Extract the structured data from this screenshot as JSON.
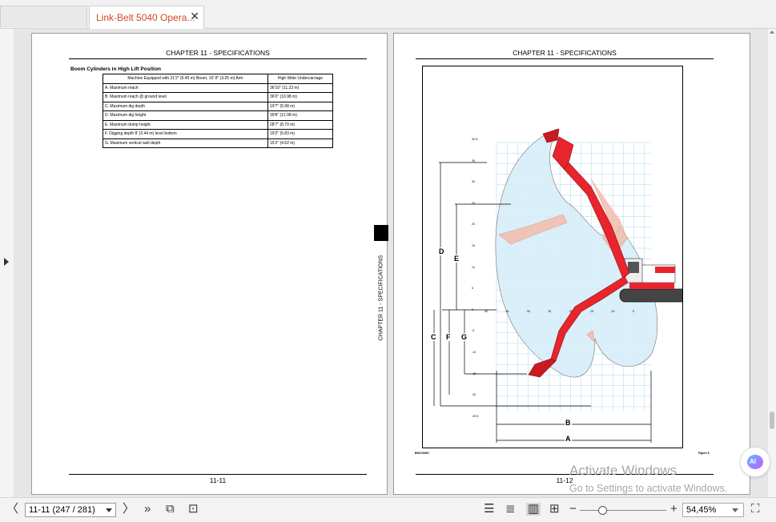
{
  "tabs": [
    {
      "label": ""
    },
    {
      "label": "Link-Belt 5040 Opera...",
      "close": "✕"
    }
  ],
  "left_page": {
    "chapter_heading": "CHAPTER 11 - SPECIFICATIONS",
    "section_title": "Boom Cylinders in High Lift Position",
    "table_headers": [
      "Machine Equipped with 21'2\" (6.45 m) Boom, 10' 8\" (3.25 m) Arm",
      "High Wide Undercarriage"
    ],
    "table_rows": [
      [
        "A. Maximum reach",
        "36'10\" (11.23 m)"
      ],
      [
        "B. Maximum reach @ ground level",
        "36'0\" (10.98 m)"
      ],
      [
        "C. Maximum dig depth",
        "19'7\" (5.98 m)"
      ],
      [
        "D. Maximum dig height",
        "39'8\" (12.08 m)"
      ],
      [
        "E. Maximum dump height",
        "28'7\" (8.70 m)"
      ],
      [
        "F. Digging depth 8' (2.44 m) level bottom",
        "19'2\" (5.83 m)"
      ],
      [
        "G. Maximum vertical wall depth",
        "15'2\" (4.62 m)"
      ]
    ],
    "side_tab_text": "CHAPTER 11 - SPECIFICATIONS",
    "page_number": "11-11"
  },
  "right_page": {
    "chapter_heading": "CHAPTER 11 - SPECIFICATIONS",
    "page_number": "11-12",
    "figure_code": "B90CX08O",
    "figure_label": "Figure 6",
    "diagram": {
      "y_ticks": [
        "40 ft.",
        "35",
        "30",
        "25",
        "20",
        "15",
        "10",
        "5",
        "0",
        "-5",
        "-10",
        "-15",
        "-20",
        "-25 ft."
      ],
      "x_ticks": [
        "40",
        "35",
        "30",
        "25",
        "20",
        "15",
        "10",
        "5"
      ],
      "dimension_letters": [
        "A",
        "B",
        "C",
        "D",
        "E",
        "F",
        "G"
      ]
    }
  },
  "statusbar": {
    "page_field": "11-11 (247 / 281)",
    "zoom_value": "54,45%",
    "icons": [
      "prev-page-icon",
      "next-page-icon",
      "last-page-icon",
      "extract-icon",
      "replace-icon",
      "single-page-icon",
      "continuous-icon",
      "two-page-icon",
      "grid-icon",
      "zoom-out-icon",
      "zoom-in-icon",
      "fullscreen-icon"
    ],
    "glyphs": {
      "prev": "〈",
      "next": "〉",
      "last": "»",
      "extract": "⧉",
      "replace": "⊡",
      "single": "☰",
      "continuous": "≣",
      "two_page": "▥",
      "grid": "⊞",
      "minus": "−",
      "plus": "+",
      "fullscreen": "⛶"
    },
    "zoom_fraction": 0.26
  },
  "watermark": {
    "line1": "Activate Windows",
    "line2": "Go to Settings to activate Windows."
  },
  "ai_button": {
    "label": "AI"
  },
  "colors": {
    "accent": "#d24726",
    "machine_red": "#e8242c",
    "grid_blue": "#a8d4f0",
    "envelope_fill": "#d7eef9"
  }
}
